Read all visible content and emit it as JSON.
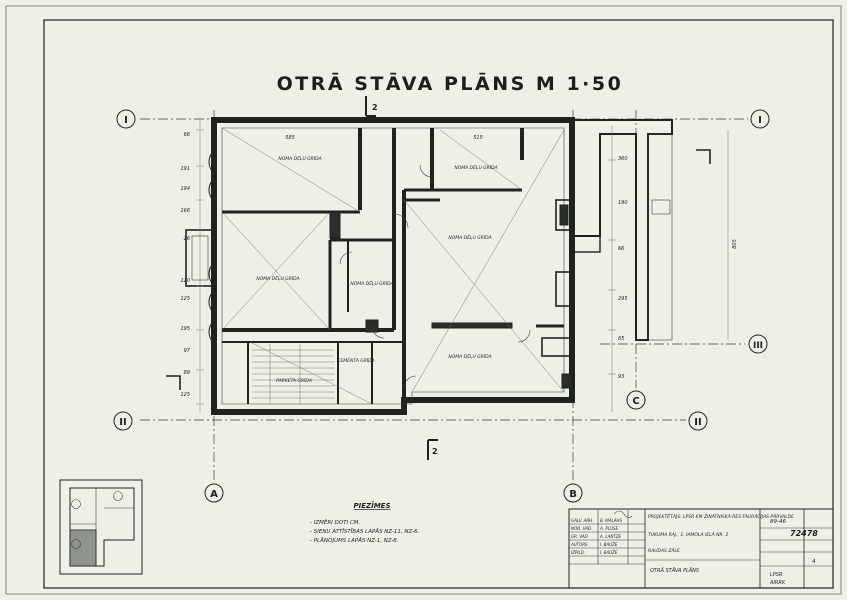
{
  "title": "OTRĀ STĀVA PLĀNS M 1·50",
  "axes": {
    "roman": [
      {
        "label": "I"
      },
      {
        "label": "II"
      },
      {
        "label": "III"
      }
    ],
    "letters": [
      {
        "label": "A"
      },
      {
        "label": "B"
      },
      {
        "label": "C"
      }
    ]
  },
  "section_mark": "2",
  "room_labels": [
    "NOMA DĒĻU GRĪDA",
    "NOMA DĒĻU GRĪDA",
    "NOMA DĒĻU GRĪDA",
    "NOMA DĒĻU GRĪDA",
    "NOMA DĒĻU GRĪDA",
    "NOMA DĒĻU GRĪDA",
    "CEMENTA GRĪDA",
    "PARKETA GRĪDA"
  ],
  "notes": {
    "heading": "PIEZĪMES",
    "items": [
      "- IZMĒRI DOTI CM.",
      "- SIENU ATTĪSTĪBAS LAPĀS NZ-11, NZ-6.",
      "- PLĀNOJUMS LAPĀS NZ-1, NZ-8."
    ]
  },
  "title_block": {
    "project": "PROJEKTĒTĀJS: LPSR KM ZINĀTNISKĀ RES-TAURĀCIJAS PĀRVALDE",
    "object": "TUKUMA RAJ., 1. IAMOLA IELĀ NR. 2",
    "subject": "RAUDAS ZĀLE",
    "sheet_title": "OTRĀ STĀVA PLĀNS",
    "org": "LPSR",
    "org2": "AIRRK",
    "code": "89-46",
    "number": "72478",
    "sheet": "4",
    "staff": [
      {
        "role": "GALV. ARH.",
        "name": "B. MALAHS"
      },
      {
        "role": "NOD. VAD.",
        "name": "A. PLŪSE"
      },
      {
        "role": "GR. VAD.",
        "name": "A. LANTZE"
      },
      {
        "role": "AUTORS",
        "name": "I. BAUŽE"
      },
      {
        "role": "IZPILD.",
        "name": "I. BAUŽE"
      }
    ]
  },
  "dimensions": {
    "west": [
      "66",
      "191",
      "194",
      "166",
      "26",
      "120",
      "125",
      "195",
      "97",
      "89",
      "125"
    ],
    "top": [
      "585",
      "515"
    ],
    "east": [
      "805",
      "360",
      "190",
      "66",
      "295",
      "65",
      "93"
    ]
  },
  "colors": {
    "paper": "#eef0e8",
    "ink": "#1f231f"
  }
}
